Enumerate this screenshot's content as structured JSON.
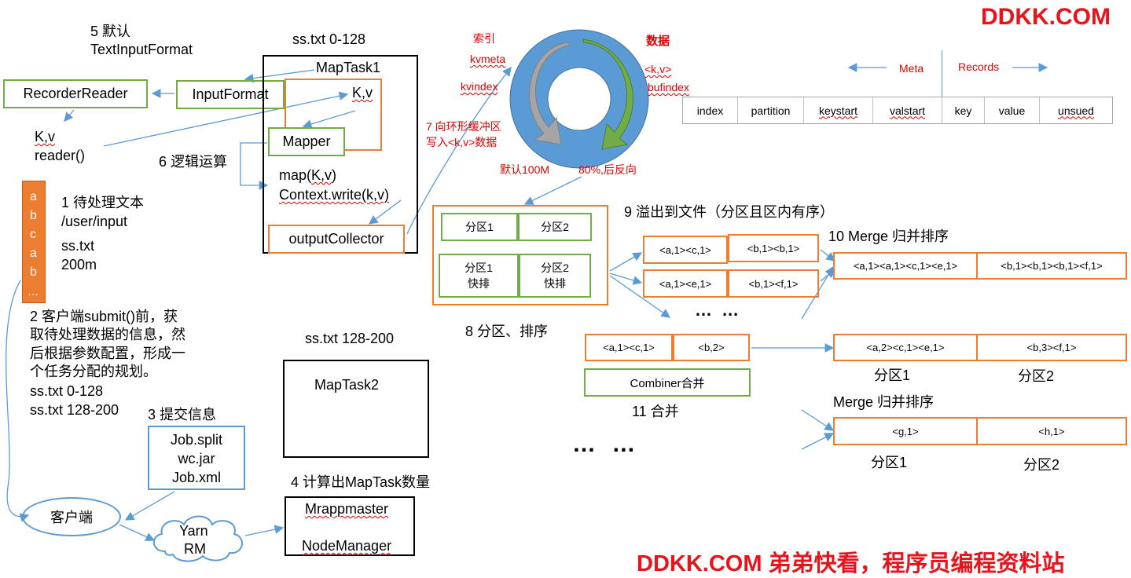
{
  "brand": {
    "top": "DDKK.COM",
    "bottom": "DDKK.COM 弟弟快看，程序员编程资料站"
  },
  "steps": {
    "s1": [
      "1 待处理文本",
      "/user/input",
      "ss.txt",
      "200m"
    ],
    "s2": [
      "2 客户端submit()前，获",
      "取待处理数据的信息，然",
      "后根据参数配置，形成一",
      "个任务分配的规划。",
      "ss.txt  0-128",
      "ss.txt  128-200"
    ],
    "s3": "3 提交信息",
    "s4": "4 计算出MapTask数量",
    "s5": [
      "5 默认",
      "TextInputFormat"
    ],
    "s6": "6 逻辑运算",
    "s7": [
      "7 向环形缓冲区",
      "写入<k,v>数据"
    ],
    "s8": "8 分区、排序",
    "s9": "9 溢出到文件（分区且区内有序）",
    "s10": "10 Merge 归并排序",
    "s11": "11 合并"
  },
  "reader": {
    "recorder": "RecorderReader",
    "inputformat": "InputFormat",
    "kv": "K,v",
    "reader_call": "reader()"
  },
  "file_strip": [
    "a",
    "b",
    "c",
    "a",
    "b",
    "…"
  ],
  "maptask1": {
    "range": "ss.txt 0-128",
    "title": "MapTask1",
    "kv": "K,v",
    "mapper": "Mapper",
    "map_call": "map(K,v)",
    "context_write": "Context.write(k,v)",
    "collector": "outputCollector"
  },
  "maptask2": {
    "range": "ss.txt 128-200",
    "title": "MapTask2"
  },
  "submit": {
    "files": [
      "Job.split",
      "wc.jar",
      "Job.xml"
    ],
    "client": "客户端",
    "yarn": [
      "Yarn",
      "RM"
    ],
    "mr": [
      "Mrappmaster",
      "NodeManager"
    ]
  },
  "ring": {
    "index_label": "索引",
    "kvmeta": "kvmeta",
    "kvindex": "kvindex",
    "data_label": "数据",
    "kv": "<k,v>",
    "bufindex": "bufindex",
    "default_size": "默认100M",
    "threshold": "80%,后反向"
  },
  "meta_records": {
    "meta": "Meta",
    "records": "Records",
    "cells": [
      "index",
      "partition",
      "keystart",
      "valstart",
      "key",
      "value",
      "unsued"
    ]
  },
  "partition_box": {
    "p1": "分区1",
    "p2": "分区2",
    "p1_sort": [
      "分区1",
      "快排"
    ],
    "p2_sort": [
      "分区2",
      "快排"
    ]
  },
  "spill": {
    "row1": [
      "<a,1><c,1>",
      "<b,1><b,1>"
    ],
    "row2": [
      "<a,1><e,1>",
      "<b,1><f,1>"
    ],
    "dots": "…  …",
    "merge_row": [
      "<a,1><a,1><c,1><e,1>",
      "<b,1><b,1><b,1><f,1>"
    ]
  },
  "combiner": {
    "row": [
      "<a,1><c,1>",
      "<b,2>"
    ],
    "label": "Combiner合并",
    "result": [
      "<a,2><c,1><e,1>",
      "<b,3><f,1>"
    ],
    "result_labels": [
      "分区1",
      "分区2"
    ]
  },
  "merge2": {
    "title": "Merge 归并排序",
    "row": [
      "<g,1>",
      "<h,1>"
    ],
    "labels": [
      "分区1",
      "分区2"
    ]
  },
  "bottom_dots": "…  …",
  "colors": {
    "orange": "#ed7d31",
    "green": "#70ad47",
    "blue": "#5b9bd5",
    "red": "#e00000"
  }
}
